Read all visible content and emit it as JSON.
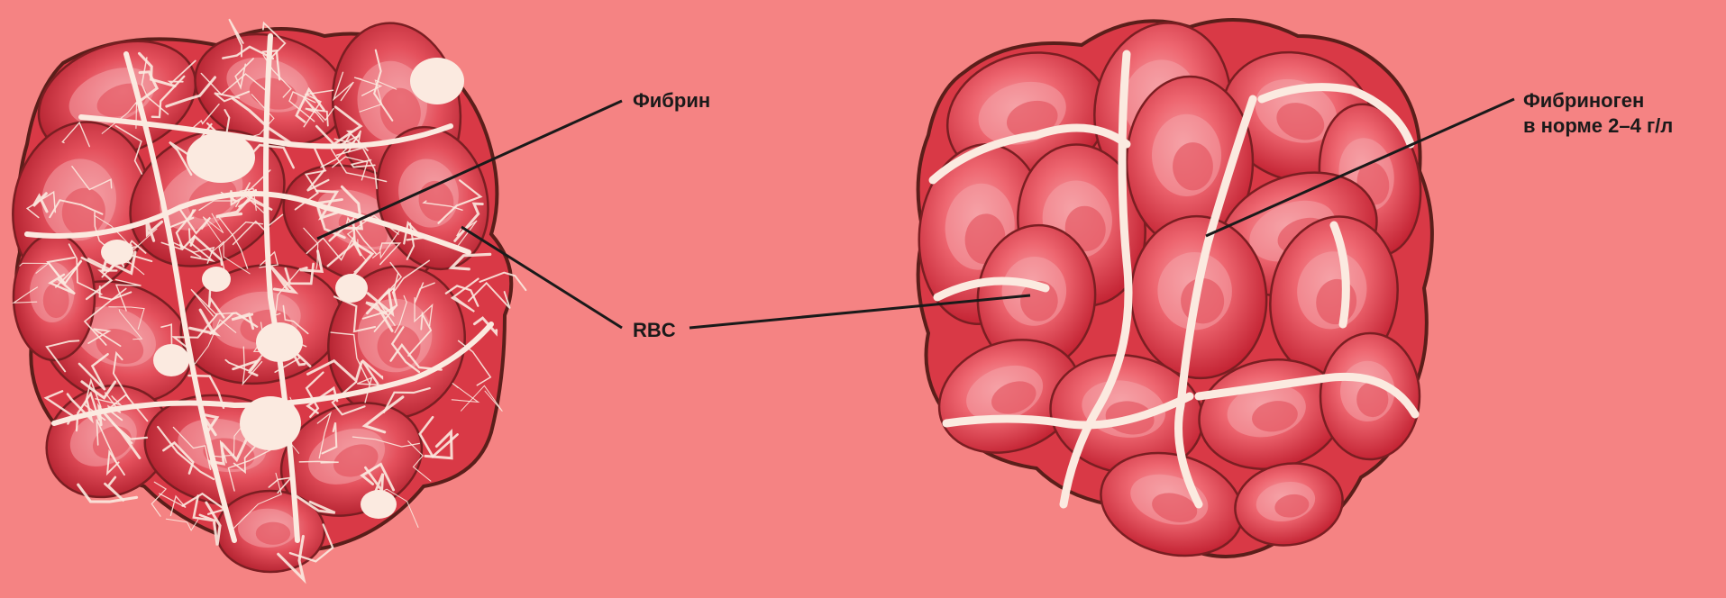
{
  "labels": {
    "fibrin": "Фибрин",
    "rbc": "RBC",
    "fibrinogen_line1": "Фибриноген",
    "fibrinogen_line2": "в норме 2–4 г/л"
  },
  "colors": {
    "background": "#F58383",
    "rbc_fill": "#E8505A",
    "rbc_light": "#F7A1A6",
    "rbc_dark": "#B81E2C",
    "fibrin": "#FBEAE0",
    "outline": "#5A1E1A",
    "leader_line": "#1a1a1a"
  }
}
